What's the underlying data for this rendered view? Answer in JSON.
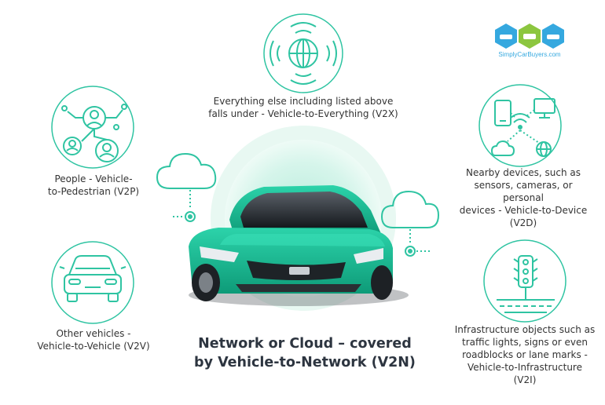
{
  "colors": {
    "teal": "#2fc4a2",
    "car_body": "#14b08c",
    "glow": "#c9f1e4",
    "logo_blue": "#35a8df",
    "logo_green": "#8cc63f"
  },
  "logo": {
    "text": "SimplyCarBuyers.com"
  },
  "center": {
    "headline_line1": "Network or Cloud – covered",
    "headline_line2": "by Vehicle-to-Network (V2N)"
  },
  "nodes": {
    "v2x": {
      "icon": "globe-signal-icon",
      "line1": "Everything else including listed above",
      "line2": "falls under - Vehicle-to-Everything (V2X)"
    },
    "v2p": {
      "icon": "people-network-icon",
      "line1": "People - Vehicle-",
      "line2": "to-Pedestrian (V2P)"
    },
    "v2d": {
      "icon": "devices-network-icon",
      "line1": "Nearby devices, such as",
      "line2": "sensors, cameras, or personal",
      "line3": "devices - Vehicle-to-Device",
      "line4": "(V2D)"
    },
    "v2v": {
      "icon": "car-front-icon",
      "line1": "Other vehicles -",
      "line2": "Vehicle-to-Vehicle (V2V)"
    },
    "v2i": {
      "icon": "traffic-light-icon",
      "line1": "Infrastructure objects such as",
      "line2": "traffic lights, signs or even",
      "line3": "roadblocks or lane marks -",
      "line4": "Vehicle-to-Infrastructure",
      "line5": "(V2I)"
    }
  }
}
